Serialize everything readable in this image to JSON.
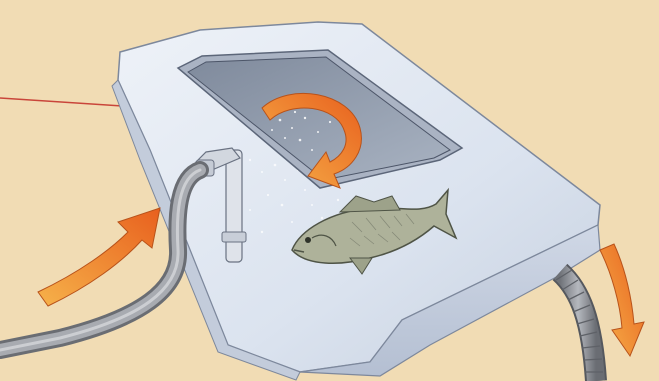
{
  "diagram": {
    "subject": "livewell",
    "components": [
      "leader-line",
      "tank-body",
      "tank-opening",
      "circulation-arrow",
      "inflow-pipe",
      "inflow-hose",
      "inflow-arrow",
      "fish",
      "drain-hose",
      "outflow-arrow"
    ]
  },
  "colors": {
    "background": "#f1dcb4",
    "tank": "#dfe6f2",
    "tank_shadow": "#b9c3d6",
    "water": "#8f9bae",
    "arrow": "#f08a2a",
    "arrow_dark": "#d9641a",
    "leader_line": "#c9453a",
    "hose": "#8c8f96",
    "fish": "#a9ac94"
  }
}
